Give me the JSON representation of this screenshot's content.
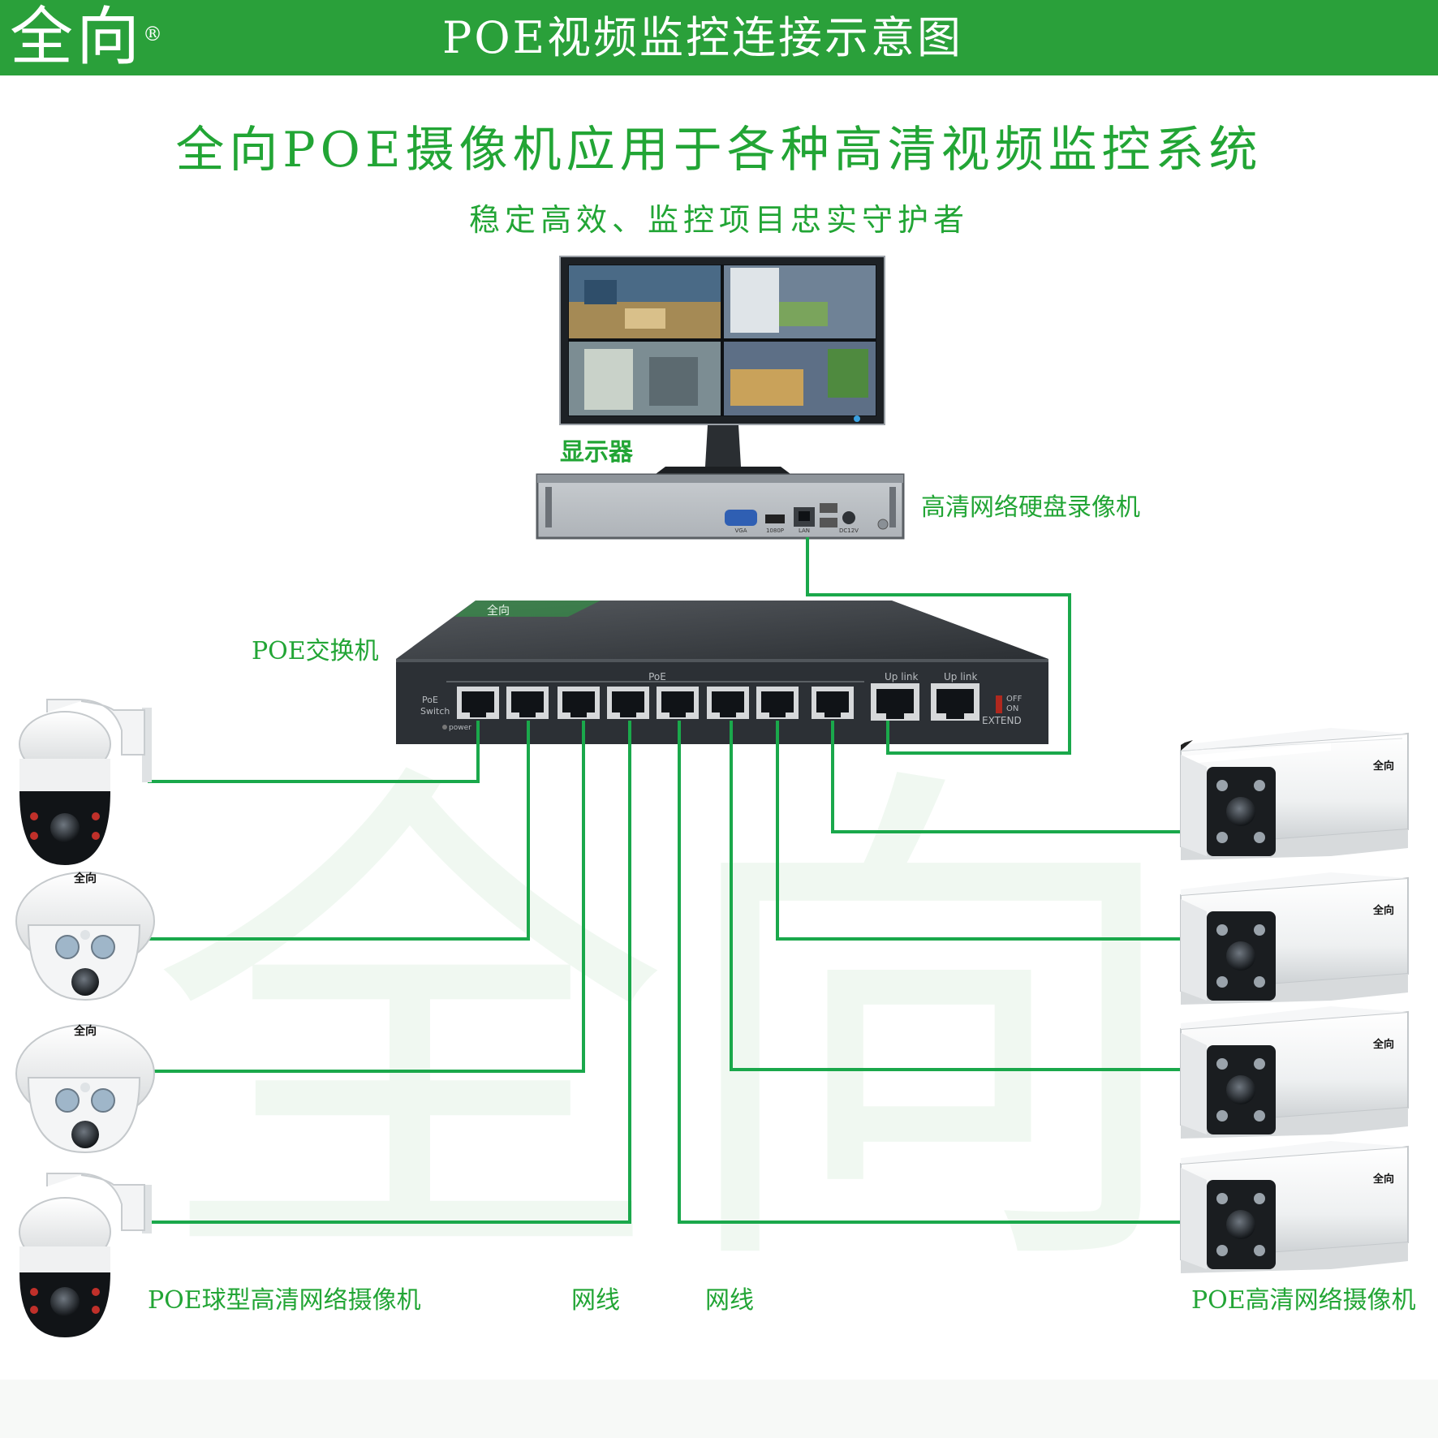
{
  "header": {
    "brand": "全向",
    "registered_mark": "®",
    "title": "POE视频监控连接示意图"
  },
  "headline": "全向POE摄像机应用于各种高清视频监控系统",
  "subheadline": "稳定高效、监控项目忠实守护者",
  "watermark": "全向",
  "monitor": {
    "label": "显示器"
  },
  "nvr": {
    "label": "高清网络硬盘录像机",
    "ports": {
      "vga": "VGA",
      "hdmi": "1080P",
      "lan": "LAN",
      "dc": "DC12V"
    }
  },
  "switch": {
    "label": "POE交换机",
    "brand": "全向",
    "poe_text": "PoE",
    "side_text_1": "PoE",
    "side_text_2": "Switch",
    "power_text": "power",
    "uplink_1": "Up link",
    "uplink_2": "Up link",
    "off_text": "OFF",
    "on_text": "ON",
    "extend_text": "EXTEND",
    "port_count": 8
  },
  "cameras": {
    "dome_label": "POE球型高清网络摄像机",
    "bullet_label": "POE高清网络摄像机",
    "dome_brand": "全向",
    "bullet_brand": "全向"
  },
  "cable_labels": {
    "left": "网线",
    "right": "网线"
  },
  "colors": {
    "header_green": "#2aa03a",
    "text_green": "#22a535",
    "line_green": "#1aa84b",
    "switch_body": "#3a3f44"
  }
}
